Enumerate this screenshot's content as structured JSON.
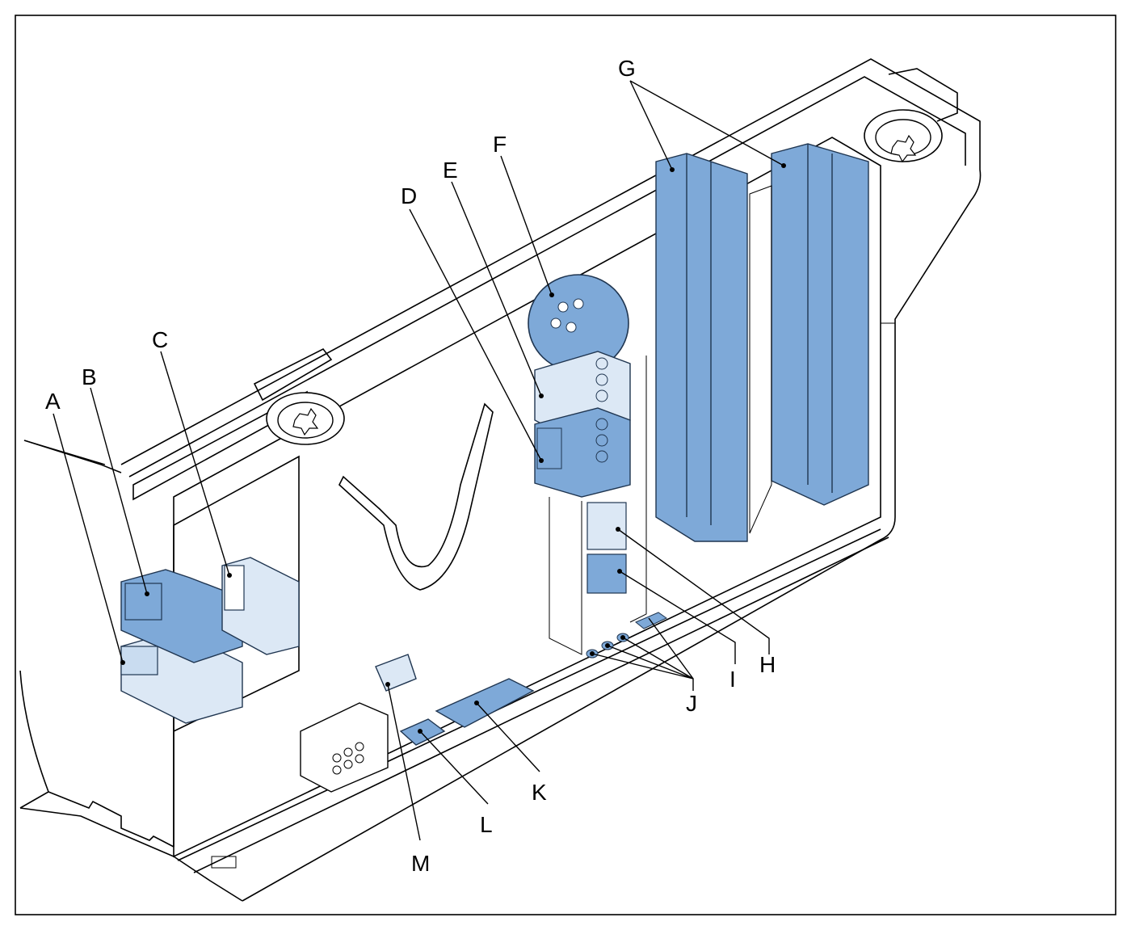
{
  "colors": {
    "component_fill": "#7ea9d8",
    "component_light": "#c9dcf0",
    "component_pale": "#dce8f5",
    "line": "#000000",
    "background": "#ffffff"
  },
  "callouts": {
    "A": "A",
    "B": "B",
    "C": "C",
    "D": "D",
    "E": "E",
    "F": "F",
    "G": "G",
    "H": "H",
    "I": "I",
    "J": "J",
    "K": "K",
    "L": "L",
    "M": "M"
  }
}
